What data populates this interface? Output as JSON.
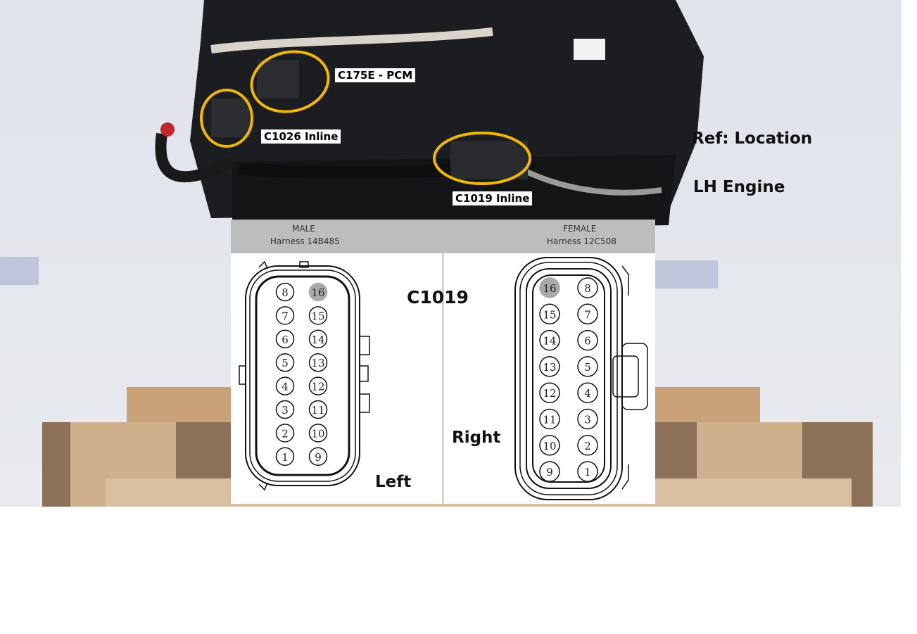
{
  "callouts": {
    "c175e": "C175E - PCM",
    "c1026": "C1026 Inline",
    "c1019_inline": "C1019 Inline"
  },
  "reference": {
    "line1": "Ref: Location",
    "line2": "LH Engine"
  },
  "connector": {
    "id": "C1019",
    "male": {
      "title": "MALE",
      "harness": "Harness 14B485",
      "side": "Left"
    },
    "female": {
      "title": "FEMALE",
      "harness": "Harness 12C508",
      "side": "Right"
    },
    "male_pins": {
      "left_col": [
        "8",
        "7",
        "6",
        "5",
        "4",
        "3",
        "2",
        "1"
      ],
      "right_col": [
        "16",
        "15",
        "14",
        "13",
        "12",
        "11",
        "10",
        "9"
      ]
    },
    "female_pins": {
      "left_col": [
        "16",
        "15",
        "14",
        "13",
        "12",
        "11",
        "10",
        "9"
      ],
      "right_col": [
        "8",
        "7",
        "6",
        "5",
        "4",
        "3",
        "2",
        "1"
      ]
    },
    "highlighted_pin": "16",
    "highlight_color": "#a9a9a9"
  },
  "colors": {
    "callout_ring": "#f2b705",
    "header_bg": "#bdbdbd"
  }
}
